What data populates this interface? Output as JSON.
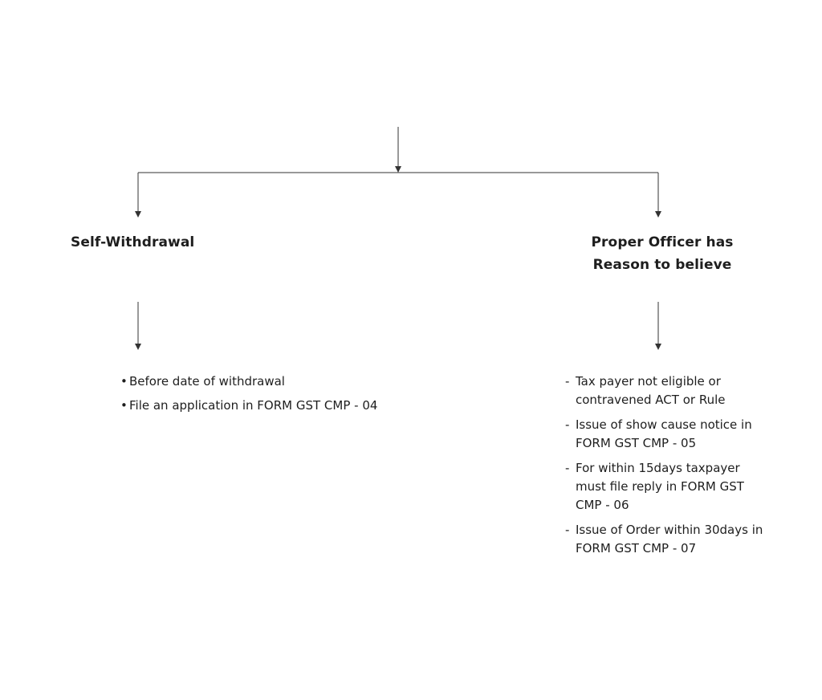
{
  "left_branch": {
    "title": "Self-Withdrawal",
    "bullet": "•",
    "items": [
      "Before date of withdrawal",
      "File an application in FORM GST CMP - 04"
    ]
  },
  "right_branch": {
    "title": "Proper Officer has Reason to believe",
    "bullet": "-",
    "items": [
      "Tax payer not eligible or contravened ACT or Rule",
      "Issue of show cause notice in FORM GST CMP - 05",
      "For within 15days taxpayer must file reply in FORM GST CMP - 06",
      "Issue of Order within 30days in FORM GST CMP - 07"
    ]
  },
  "colors": {
    "text": "#1e1e1e",
    "connector": "#333333",
    "background": "#ffffff"
  }
}
